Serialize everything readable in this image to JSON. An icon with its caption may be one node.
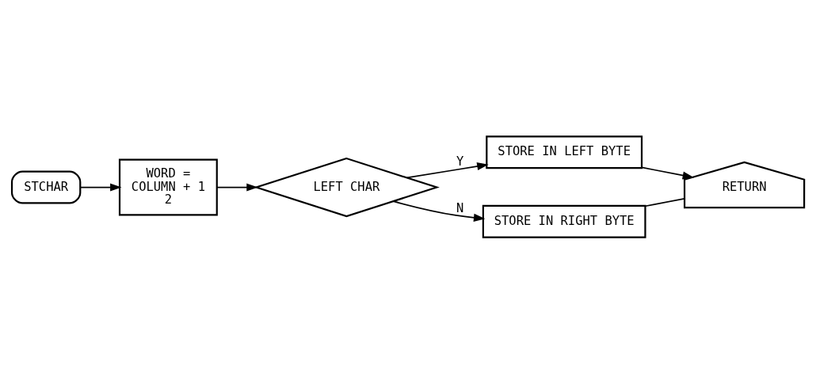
{
  "diagram": {
    "nodes": [
      {
        "text": [
          "STCHAR"
        ]
      },
      {
        "text": [
          "WORD =",
          "COLUMN + 1",
          "2"
        ]
      },
      {
        "text": [
          "LEFT CHAR"
        ]
      },
      {
        "text": [
          "STORE IN LEFT BYTE"
        ]
      },
      {
        "text": [
          "STORE IN RIGHT BYTE"
        ]
      },
      {
        "text": [
          "RETURN"
        ]
      }
    ],
    "edges": [
      {
        "from": 0,
        "to": 1,
        "arrow": "to"
      },
      {
        "from": 1,
        "to": 2,
        "arrow": "to"
      },
      {
        "from": 2,
        "to": 3,
        "arrow": "to",
        "label": "Y"
      },
      {
        "from": 2,
        "to": 4,
        "arrow": "to",
        "label": "N"
      },
      {
        "from": 3,
        "to": 5,
        "arrow": "to"
      },
      {
        "from": 4,
        "to": 5,
        "arrow": "none"
      }
    ]
  }
}
